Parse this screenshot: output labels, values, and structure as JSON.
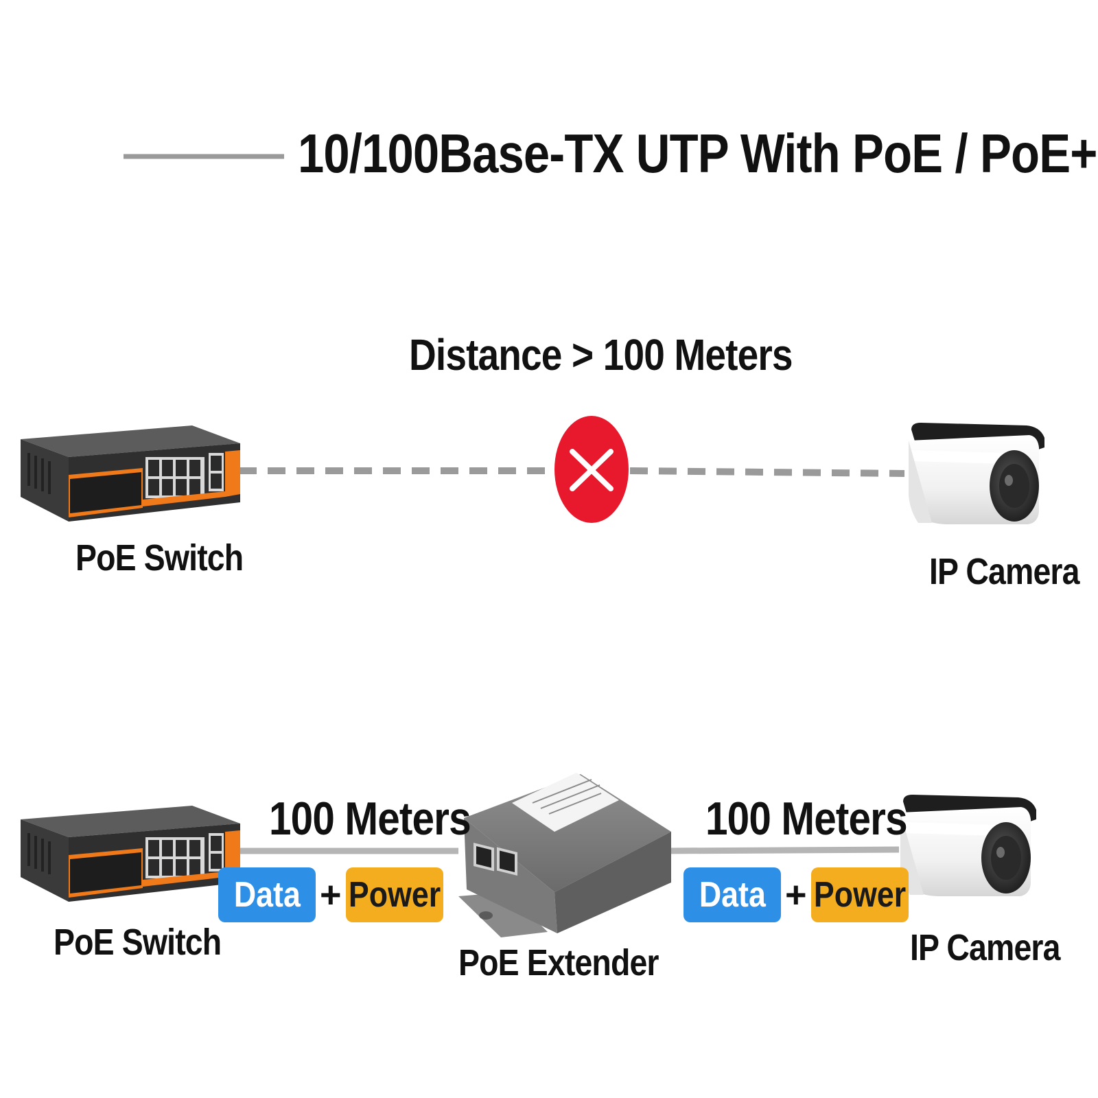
{
  "legend": {
    "title": "10/100Base-TX UTP With PoE / PoE+"
  },
  "top_scenario": {
    "distance_label": "Distance > 100 Meters",
    "switch_label": "PoE Switch",
    "camera_label": "IP Camera"
  },
  "bottom_scenario": {
    "switch_label": "PoE Switch",
    "extender_label": "PoE Extender",
    "camera_label": "IP Camera",
    "left_segment": {
      "length_label": "100 Meters",
      "data_label": "Data",
      "plus": "+",
      "power_label": "Power"
    },
    "right_segment": {
      "length_label": "100 Meters",
      "data_label": "Data",
      "plus": "+",
      "power_label": "Power"
    }
  },
  "colors": {
    "data_badge": "#2e8fe6",
    "power_badge": "#f4ad1e",
    "error_mark": "#e8192c",
    "cable": "#9a9a9a",
    "switch_accent": "#f07a1a"
  },
  "icons": {
    "error": "x-mark-icon",
    "switch": "poe-switch-icon",
    "camera": "bullet-camera-icon",
    "extender": "poe-extender-icon"
  }
}
